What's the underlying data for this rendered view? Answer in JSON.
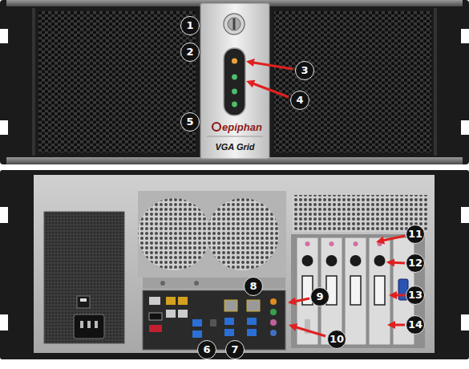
{
  "diagram": {
    "labels": [
      "1",
      "2",
      "3",
      "4",
      "5",
      "epiphan",
      "VGA Grid",
      "6",
      "7",
      "8",
      "9",
      "10",
      "11",
      "12",
      "13",
      "14"
    ]
  }
}
